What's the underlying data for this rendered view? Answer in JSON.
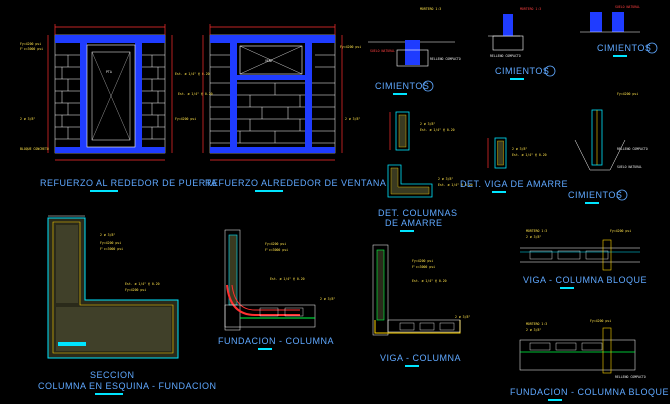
{
  "titles": {
    "door": "REFUERZO AL REDEDOR DE PUERTA",
    "window": "REFUERZO ALREDEDOR DE VENTANA",
    "cimientos_1": "CIMIENTOS",
    "cimientos_2": "CIMIENTOS",
    "cimientos_3": "CIMIENTOS",
    "cimientos_4": "CIMIENTOS",
    "det_columnas_1": "DET. COLUMNAS",
    "det_columnas_2": "DE AMARRE",
    "det_viga": "DET. VIGA DE AMARRE",
    "seccion_1": "SECCION",
    "seccion_2": "COLUMNA EN ESQUINA - FUNDACION",
    "fundacion_columna": "FUNDACION - COLUMNA",
    "viga_columna": "VIGA - COLUMNA",
    "viga_columna_bloque": "VIGA - COLUMNA BLOQUE",
    "fundacion_columna_bloque": "FUNDACION - COLUMNA BLOQUE"
  },
  "labels": {
    "door_tag": "PTA",
    "window_tag": "VENT",
    "cimientos_symbol": "ⓔ"
  },
  "notes": {
    "fy1": "Fy=4200 psi",
    "fc1": "F'c=3000 psi",
    "pz": "2 ø 3/8\"",
    "est": "Est. ø 1/4\" @ 0.20",
    "bloque": "BLOQUE CONCRETO",
    "relleno": "RELLENO COMPACTO",
    "mortero": "MORTERO 1:3",
    "suelo": "SUELO NATURAL"
  },
  "colors": {
    "background": "#000000",
    "title": "#5fa8ff",
    "concrete_blue": "#1f3cff",
    "dimension_red": "#ff3030",
    "rebar_yellow": "#ffd400",
    "rebar_cyan": "#00e5ff",
    "wall_white": "#ffffff"
  }
}
